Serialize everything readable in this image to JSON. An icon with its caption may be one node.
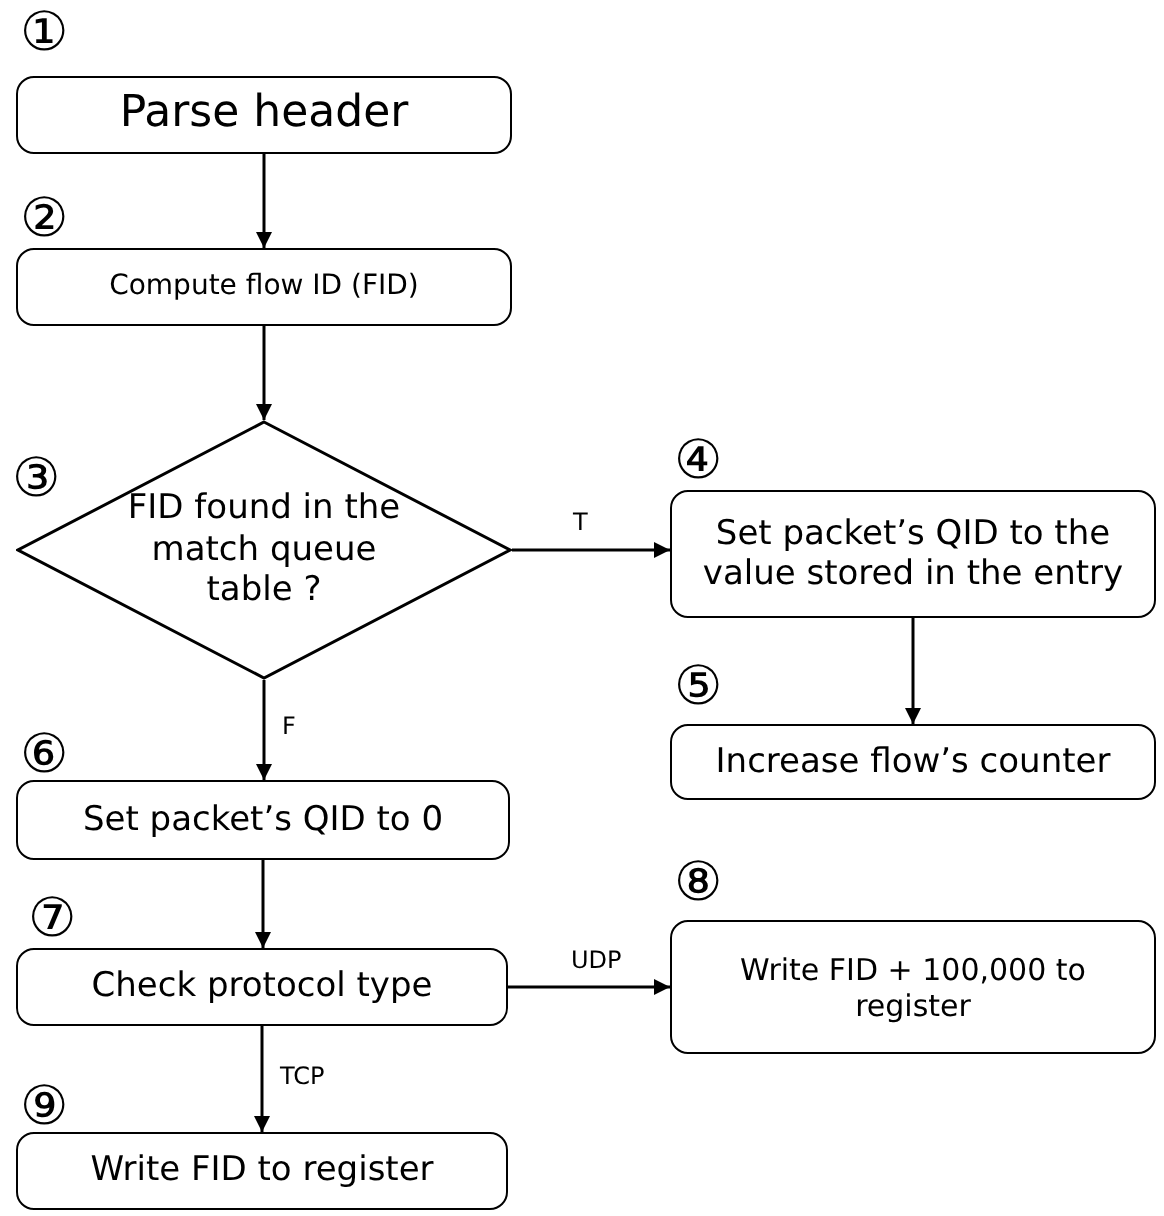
{
  "diagram": {
    "nodes": [
      {
        "text": [
          "Parse header"
        ],
        "beside": [
          "①"
        ]
      },
      {
        "text": [
          "Compute flow ID (FID)"
        ],
        "beside": [
          "②"
        ]
      },
      {
        "text": [
          "FID found in the match queue table ?"
        ],
        "beside": [
          "③"
        ]
      },
      {
        "text": [
          "Set packet’s QID to the value stored in the entry"
        ],
        "beside": [
          "④"
        ]
      },
      {
        "text": [
          "Increase flow’s counter"
        ],
        "beside": [
          "⑤"
        ]
      },
      {
        "text": [
          "Set packet’s QID to 0"
        ],
        "beside": [
          "⑥"
        ]
      },
      {
        "text": [
          "Check protocol type"
        ],
        "beside": [
          "⑦"
        ]
      },
      {
        "text": [
          "Write FID + 100,000 to register"
        ],
        "beside": [
          "⑧"
        ]
      },
      {
        "text": [
          "Write FID to register"
        ],
        "beside": [
          "⑨"
        ]
      }
    ],
    "edges": [
      {
        "from": 0,
        "to": 1,
        "arrow": "to"
      },
      {
        "from": 1,
        "to": 2,
        "arrow": "to"
      },
      {
        "from": 2,
        "to": 3,
        "arrow": "to",
        "label": "T"
      },
      {
        "from": 3,
        "to": 4,
        "arrow": "to"
      },
      {
        "from": 2,
        "to": 5,
        "arrow": "to",
        "label": "F"
      },
      {
        "from": 5,
        "to": 6,
        "arrow": "to"
      },
      {
        "from": 6,
        "to": 7,
        "arrow": "to",
        "label": "UDP"
      },
      {
        "from": 6,
        "to": 8,
        "arrow": "to",
        "label": "TCP"
      }
    ]
  }
}
